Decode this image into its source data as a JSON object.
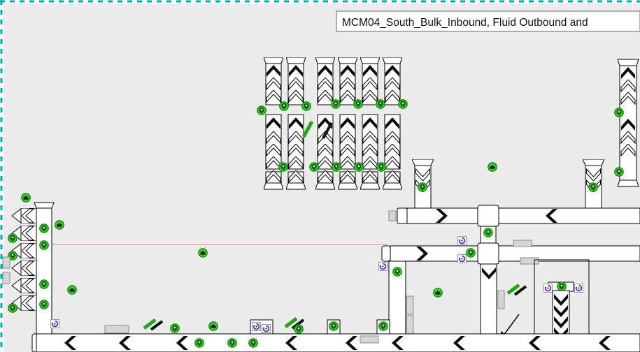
{
  "title": {
    "text": "MCM04_South_Bulk_Inbound, Fluid Outbound and"
  },
  "colors": {
    "background": "#ececec",
    "conveyor_fill": "#ffffff",
    "conveyor_stroke": "#000000",
    "status_green": "#2FD21A",
    "status_green_dark": "#0a6b00",
    "rotation_purple": "#5a2bd0",
    "plate_gray": "#d6d6d6",
    "guide_teal": "#00AAAA",
    "reference_red_line": "#dd8a78"
  },
  "icons": {
    "status-pin-icon": "green circular indicator with location-pin glyph",
    "equipment-icon": "green circular indicator with machine glyph",
    "rotation-icon": "white square with purple rotate arrow",
    "chevron-icon": "conveyor flow direction chevron",
    "diverter-icon": "green/black slanted diverter flap",
    "flow-arrow-annotation": "hand-drawn pointer arrow"
  }
}
